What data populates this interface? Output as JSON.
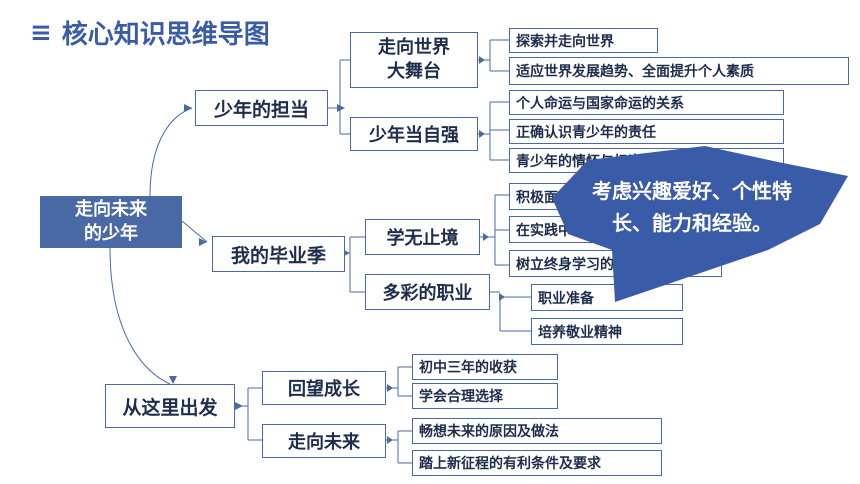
{
  "title": "核心知识思维导图",
  "root": "走向未来的少年",
  "branches": [
    {
      "label": "少年的担当",
      "children": [
        {
          "label": "走向世界大舞台",
          "items": [
            "探索并走向世界",
            "适应世界发展趋势、全面提升个人素质"
          ]
        },
        {
          "label": "少年当自强",
          "items": [
            "个人命运与国家命运的关系",
            "正确认识青少年的责任",
            "青少年的情怀与担当"
          ]
        }
      ]
    },
    {
      "label": "我的毕业季",
      "children": [
        {
          "label": "学无止境",
          "items": [
            "积极面对学习",
            "在实践中学习",
            "树立终身学习的理念"
          ]
        },
        {
          "label": "多彩的职业",
          "items": [
            "职业准备",
            "培养敬业精神"
          ]
        }
      ]
    },
    {
      "label": "从这里出发",
      "children": [
        {
          "label": "回望成长",
          "items": [
            "初中三年的收获",
            "学会合理选择"
          ]
        },
        {
          "label": "走向未来",
          "items": [
            "畅想未来的原因及做法",
            "踏上新征程的有利条件及要求"
          ]
        }
      ]
    }
  ],
  "callout": "考虑兴趣爱好、个性特长、能力和经验。",
  "colors": {
    "accent": "#3a5ba8",
    "root_fill": "#4a6aa5",
    "bubble": "#3a5ba8"
  }
}
